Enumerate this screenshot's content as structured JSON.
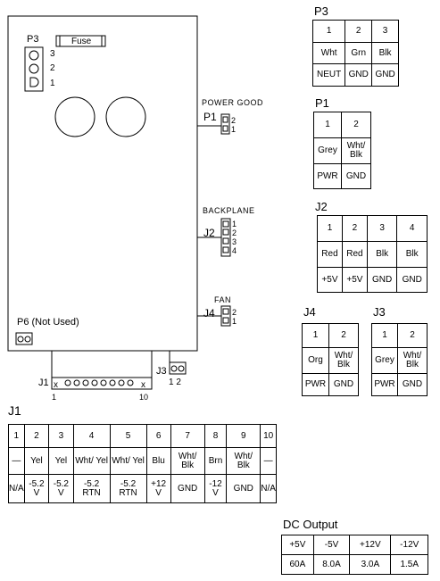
{
  "psu": {
    "p3_label": "P3",
    "p3_pins": [
      "3",
      "2",
      "1"
    ],
    "fuse_label": "Fuse",
    "p6_label": "P6 (Not Used)",
    "power_good_label": "POWER GOOD",
    "p1_label": "P1",
    "p1_pins": [
      "2",
      "1"
    ],
    "backplane_label": "BACKPLANE",
    "j2_label": "J2",
    "j2_pins": [
      "1",
      "2",
      "3",
      "4"
    ],
    "fan_label": "FAN",
    "j4_label": "J4",
    "j4_pins": [
      "2",
      "1"
    ],
    "j1_label": "J1",
    "j1_pin_first": "1",
    "j1_pin_last": "10",
    "j3_label": "J3",
    "j3_pins": "1 2"
  },
  "tables": {
    "p3": {
      "title": "P3",
      "pins": [
        "1",
        "2",
        "3"
      ],
      "colors": [
        "Wht",
        "Grn",
        "Blk"
      ],
      "signals": [
        "NEUT",
        "GND",
        "GND"
      ]
    },
    "p1": {
      "title": "P1",
      "pins": [
        "1",
        "2"
      ],
      "colors": [
        "Grey",
        "Wht/ Blk"
      ],
      "signals": [
        "PWR",
        "GND"
      ]
    },
    "j2": {
      "title": "J2",
      "pins": [
        "1",
        "2",
        "3",
        "4"
      ],
      "colors": [
        "Red",
        "Red",
        "Blk",
        "Blk"
      ],
      "signals": [
        "+5V",
        "+5V",
        "GND",
        "GND"
      ]
    },
    "j4": {
      "title": "J4",
      "pins": [
        "1",
        "2"
      ],
      "colors": [
        "Org",
        "Wht/ Blk"
      ],
      "signals": [
        "PWR",
        "GND"
      ]
    },
    "j3": {
      "title": "J3",
      "pins": [
        "1",
        "2"
      ],
      "colors": [
        "Grey",
        "Wht/ Blk"
      ],
      "signals": [
        "PWR",
        "GND"
      ]
    },
    "j1": {
      "title": "J1",
      "pins": [
        "1",
        "2",
        "3",
        "4",
        "5",
        "6",
        "7",
        "8",
        "9",
        "10"
      ],
      "colors": [
        "—",
        "Yel",
        "Yel",
        "Wht/ Yel",
        "Wht/ Yel",
        "Blu",
        "Wht/ Blk",
        "Brn",
        "Wht/ Blk",
        "—"
      ],
      "signals": [
        "N/A",
        "-5.2 V",
        "-5.2 V",
        "-5.2 RTN",
        "-5.2 RTN",
        "+12 V",
        "GND",
        "-12 V",
        "GND",
        "N/A"
      ]
    },
    "dc": {
      "title": "DC Output",
      "voltages": [
        "+5V",
        "-5V",
        "+12V",
        "-12V"
      ],
      "currents": [
        "60A",
        "8.0A",
        "3.0A",
        "1.5A"
      ]
    }
  }
}
